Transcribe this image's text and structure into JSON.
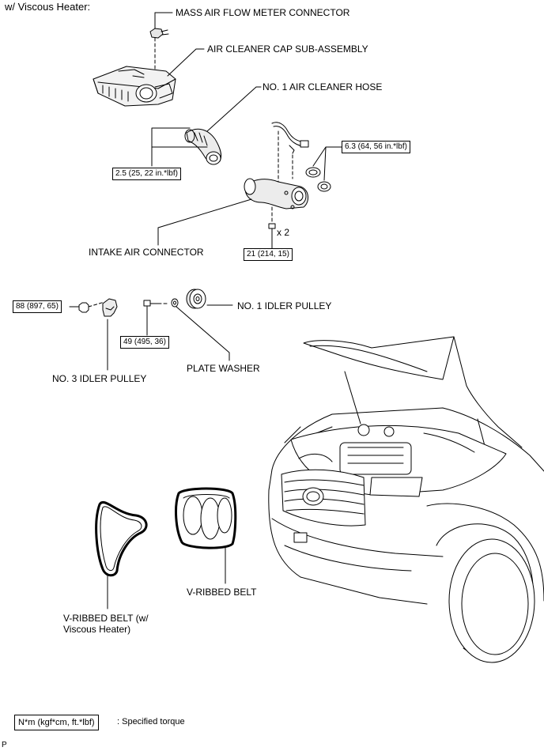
{
  "heading": "w/ Viscous Heater:",
  "labels": {
    "mass_air_flow_meter_connector": "MASS AIR FLOW METER CONNECTOR",
    "air_cleaner_cap": "AIR CLEANER CAP SUB-ASSEMBLY",
    "no1_air_cleaner_hose": "NO. 1 AIR CLEANER HOSE",
    "intake_air_connector": "INTAKE AIR CONNECTOR",
    "no1_idler_pulley": "NO. 1 IDLER PULLEY",
    "no3_idler_pulley": "NO. 3 IDLER PULLEY",
    "plate_washer": "PLATE WASHER",
    "v_ribbed_belt": "V-RIBBED BELT",
    "v_ribbed_belt_viscous_line1": "V-RIBBED BELT (w/",
    "v_ribbed_belt_viscous_line2": "Viscous Heater)",
    "quantity_x2": "x 2"
  },
  "torques": {
    "hose_clamp_torque": "2.5 (25, 22 in.*lbf)",
    "connector_clamp_torque": "6.3 (64, 56 in.*lbf)",
    "intake_bolt_torque": "21 (214, 15)",
    "no3_idler_torque": "88 (897, 65)",
    "no1_idler_torque": "49 (495, 36)"
  },
  "legend": {
    "unit": "N*m (kgf*cm, ft.*lbf)",
    "description": ": Specified torque"
  },
  "footer": {
    "mark": "P"
  }
}
